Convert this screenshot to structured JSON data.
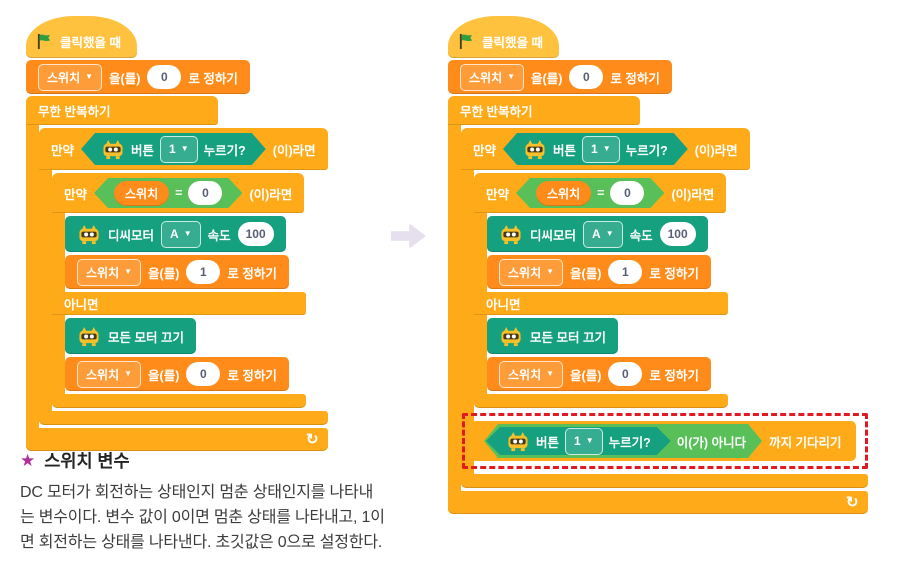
{
  "colors": {
    "events": "#FFC23F",
    "control": "#FFAB19",
    "variables": "#FF8C1A",
    "operators": "#59C059",
    "extension": "#15A07F",
    "highlight": "#E01A22",
    "arrow": "#E6DFED",
    "note_star": "#B0309B"
  },
  "icons": {
    "dropdown_arrow": "▼",
    "loop_arrow": "↻",
    "star": "★"
  },
  "labels": {
    "when_clicked": "클릭했을 때",
    "forever": "무한 반복하기",
    "if": "만약",
    "then": "(이)라면",
    "else": "아니면",
    "set_particle": "을(를)",
    "set_suffix": "로 정하기",
    "variable": "스위치",
    "button": "버튼",
    "pressed": "누르기?",
    "dc_motor": "디씨모터",
    "speed": "속도",
    "all_motors_off": "모든 모터 끄기",
    "not": "이(가) 아니다",
    "wait_until": "까지 기다리기",
    "equals": "="
  },
  "values": {
    "initial": "0",
    "compare": "0",
    "on": "1",
    "off": "0",
    "speed": "100",
    "button_option": "1",
    "motor_port": "A"
  },
  "note": {
    "title": "스위치 변수",
    "lines": [
      "DC 모터가 회전하는 상태인지 멈춘 상태인지를 나타내",
      "는 변수이다. 변수 값이 0이면 멈춘 상태를 나타내고, 1이",
      "면 회전하는 상태를 나타낸다. 초깃값은 0으로 설정한다."
    ]
  }
}
